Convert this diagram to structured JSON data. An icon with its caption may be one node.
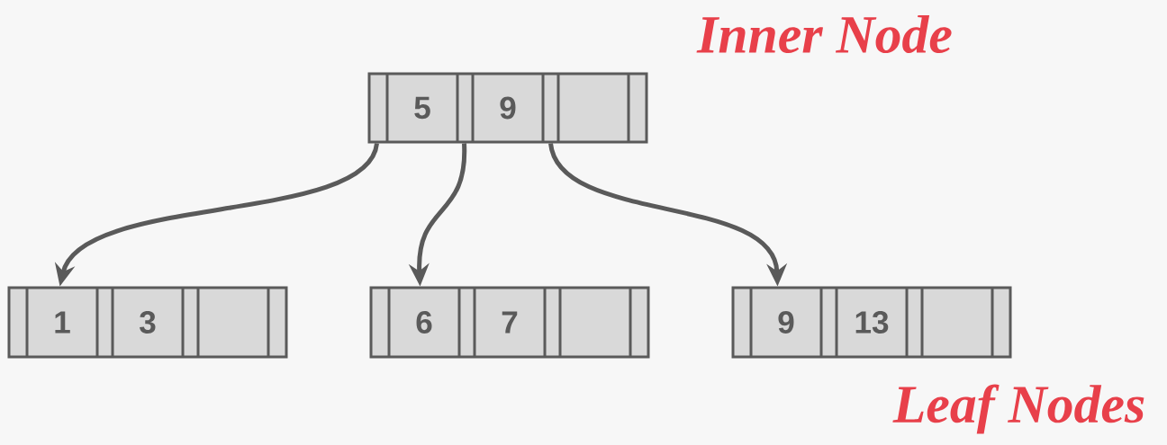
{
  "diagram": {
    "nodes": [
      {
        "text": [
          "5",
          "9"
        ],
        "beside": [
          "Inner Node"
        ]
      },
      {
        "text": [
          "1",
          "3"
        ]
      },
      {
        "text": [
          "6",
          "7"
        ]
      },
      {
        "text": [
          "9",
          "13"
        ]
      }
    ],
    "edges": [
      {
        "from": 0,
        "to": 1,
        "arrow": "to"
      },
      {
        "from": 0,
        "to": 2,
        "arrow": "to"
      },
      {
        "from": 0,
        "to": 3,
        "arrow": "to"
      }
    ],
    "labels": [
      "Leaf Nodes"
    ]
  }
}
